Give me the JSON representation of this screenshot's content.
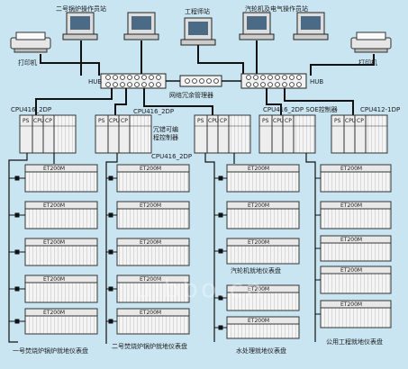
{
  "stations": {
    "boiler": "二号锅炉操作员站",
    "engineer": "工程师站",
    "turbine": "汽轮机及电气操作员站"
  },
  "printer_label": "打印机",
  "hub_label": "HUB",
  "net_manager": "网络冗余管理器",
  "plc": {
    "cpu_left": "CPU416_2DP",
    "cpu_mid_top": "CPU416_2DP",
    "cpu_mid_bottom": "CPU416_2DP",
    "cpu_soe": "CPU416_2DP SOE控制器",
    "cpu_right": "CPU412-1DP",
    "redundant_label_1": "冗错可编",
    "redundant_label_2": "程控制器",
    "slot_ps": "PS",
    "slot_cpu": "CPU",
    "slot_cp": "CP"
  },
  "et_label": "ET200M",
  "panels": {
    "p1": "一号焚烧炉锅炉就地仪表盘",
    "p2": "二号焚烧炉锅炉就地仪表盘",
    "p3": "汽轮机就地仪表盘",
    "p4": "水处理就地仪表盘",
    "p5": "公用工程就地仪表盘"
  },
  "watermark": "uibbo.cn"
}
